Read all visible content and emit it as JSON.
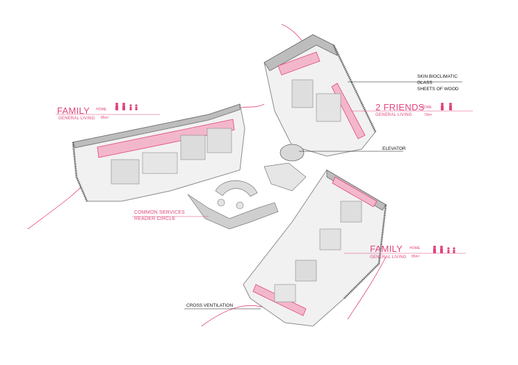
{
  "colors": {
    "accent": "#e0457e",
    "wall": "#9a9a9a",
    "floor": "#ededed",
    "glass_tint": "#f3b7cc",
    "ink": "#222222"
  },
  "wings": {
    "left": {
      "title": "FAMILY",
      "subtitle": "GENERAL LIVING",
      "home": "HOME",
      "area": "85m²"
    },
    "right": {
      "title": "2 FRIENDS",
      "subtitle": "GENERAL LIVING",
      "home": "HOME",
      "area": "70m²"
    },
    "bottom": {
      "title": "FAMILY",
      "subtitle": "GENERAL LIVING",
      "home": "HOME",
      "area": "85m²"
    }
  },
  "annotations": {
    "skin": [
      "SKIN BIOCLIMATIC",
      "GLASS",
      "SHEETS OF WOOD"
    ],
    "elevator": "ELEVATOR",
    "common": [
      "COMMON SERVICES",
      "READER CIRCLE"
    ],
    "ventilation": "CROSS VENTILATION"
  }
}
